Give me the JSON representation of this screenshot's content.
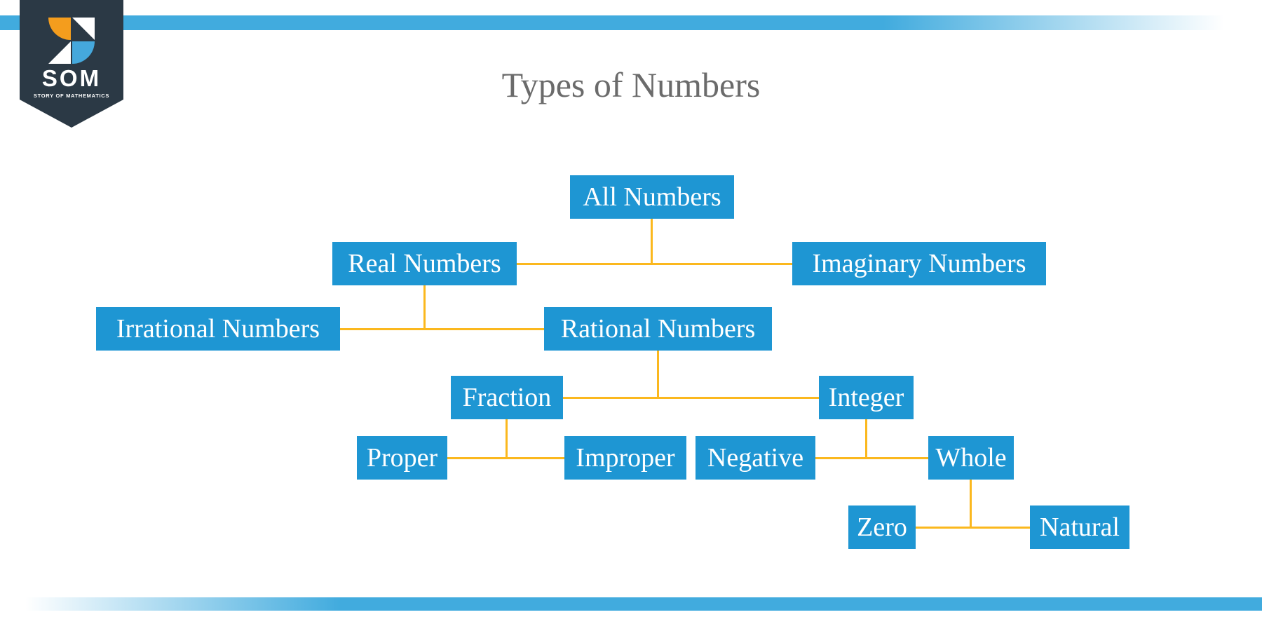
{
  "title": "Types of Numbers",
  "logo": {
    "acronym": "SOM",
    "tagline": "STORY OF MATHEMATICS"
  },
  "colors": {
    "node_fill": "#1e96d3",
    "node_text": "#ffffff",
    "connector": "#fbb81e",
    "accent_bar_blue": "#41abde",
    "title_text": "#6b6b6b",
    "logo_background": "#2b3945",
    "logo_orange": "#f49d1d",
    "logo_blue": "#45a8dc"
  },
  "nodes": [
    {
      "id": "all-numbers",
      "label": "All Numbers"
    },
    {
      "id": "real-numbers",
      "label": "Real Numbers"
    },
    {
      "id": "imaginary-numbers",
      "label": "Imaginary Numbers"
    },
    {
      "id": "irrational-numbers",
      "label": "Irrational Numbers"
    },
    {
      "id": "rational-numbers",
      "label": "Rational Numbers"
    },
    {
      "id": "fraction",
      "label": "Fraction"
    },
    {
      "id": "integer",
      "label": "Integer"
    },
    {
      "id": "proper",
      "label": "Proper"
    },
    {
      "id": "improper",
      "label": "Improper"
    },
    {
      "id": "negative",
      "label": "Negative"
    },
    {
      "id": "whole",
      "label": "Whole"
    },
    {
      "id": "zero",
      "label": "Zero"
    },
    {
      "id": "natural",
      "label": "Natural"
    }
  ],
  "hierarchy": [
    {
      "parent": "All Numbers",
      "children": [
        "Real Numbers",
        "Imaginary Numbers"
      ]
    },
    {
      "parent": "Real Numbers",
      "children": [
        "Irrational Numbers",
        "Rational Numbers"
      ]
    },
    {
      "parent": "Rational Numbers",
      "children": [
        "Fraction",
        "Integer"
      ]
    },
    {
      "parent": "Fraction",
      "children": [
        "Proper",
        "Improper"
      ]
    },
    {
      "parent": "Integer",
      "children": [
        "Negative",
        "Whole"
      ]
    },
    {
      "parent": "Whole",
      "children": [
        "Zero",
        "Natural"
      ]
    }
  ]
}
